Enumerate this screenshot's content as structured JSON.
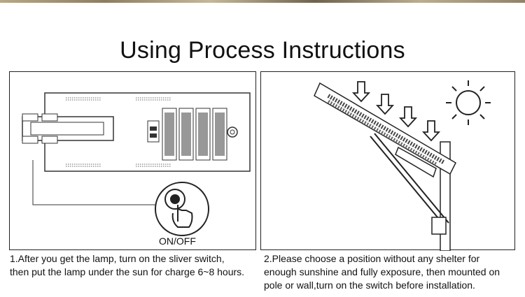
{
  "title": "Using Process Instructions",
  "step1": {
    "label": "ON/OFF",
    "caption_line1": "1.After you get the lamp, turn on the sliver switch,",
    "caption_line2": "then put the lamp under the sun for charge 6~8 hours."
  },
  "step2": {
    "caption_line1": "2.Please choose a position without any shelter for",
    "caption_line2": "enough sunshine and fully exposure, then mounted on",
    "caption_line3": "pole or wall,turn on the switch before installation."
  },
  "icons": {
    "panel1": [
      "lamp-back-icon",
      "power-button-icon"
    ],
    "panel2": [
      "sun-icon",
      "arrow-down-icon",
      "street-lamp-icon"
    ]
  }
}
